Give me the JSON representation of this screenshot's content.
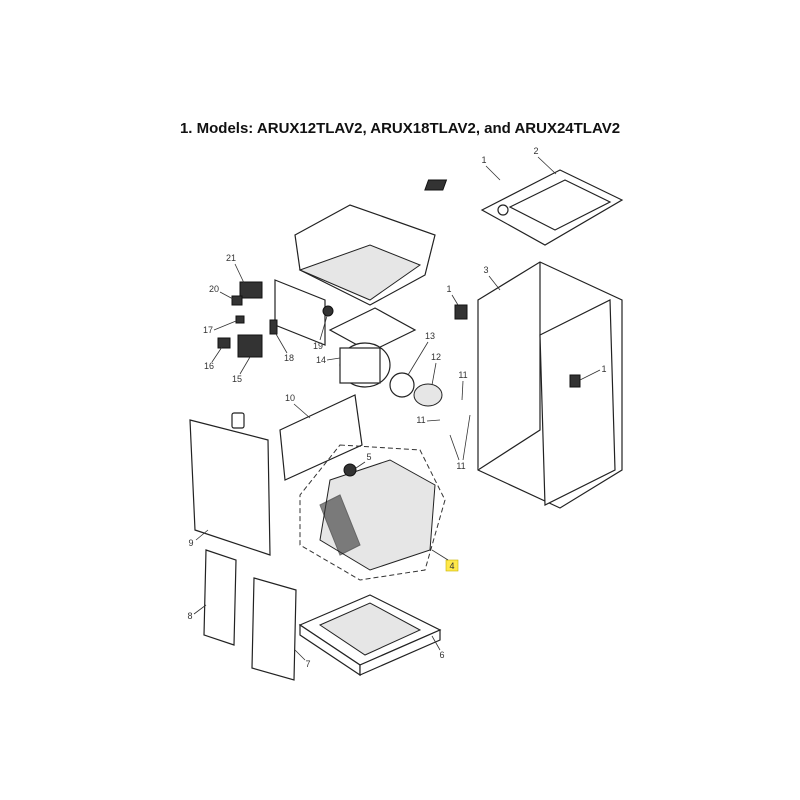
{
  "title": "1. Models: ARUX12TLAV2, ARUX18TLAV2, and ARUX24TLAV2",
  "callouts": [
    "1",
    "2",
    "1",
    "3",
    "1",
    "21",
    "20",
    "17",
    "16",
    "15",
    "18",
    "19",
    "14",
    "13",
    "12",
    "11",
    "11",
    "11",
    "10",
    "5",
    "9",
    "4",
    "8",
    "7",
    "6"
  ],
  "highlighted_callout": "4",
  "highlight_color": "#ffe84a"
}
